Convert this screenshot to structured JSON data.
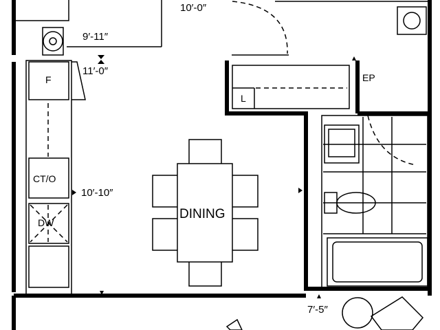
{
  "plan": {
    "rooms": {
      "dining": "DINING"
    },
    "appliances": {
      "fridge": "F",
      "cooktop_oven": "CT/O",
      "dishwasher": "DW",
      "laundry": "L",
      "electrical_panel": "EP"
    },
    "dimensions": {
      "top_right": "10′-0″",
      "kitchen_upper": "9′-11″",
      "kitchen_height": "11′-0″",
      "kitchen_width": "10′-10″",
      "bath_width": "7′-5″"
    },
    "colors": {
      "wall": "#000000",
      "background": "#ffffff"
    }
  }
}
